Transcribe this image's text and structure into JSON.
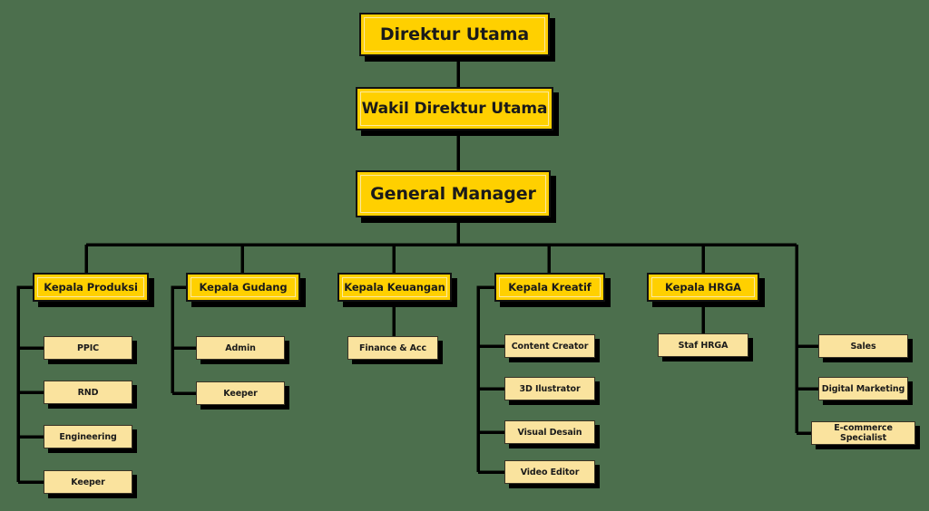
{
  "meta": {
    "title": "Struktur Organisasi",
    "background_color": "#4c6f4d",
    "primary_fill": "#ffd000",
    "leaf_fill": "#fae39e",
    "line_color": "#000000"
  },
  "nodes": {
    "direktur_utama": "Direktur Utama",
    "wakil_direktur_utama": "Wakil Direktur Utama",
    "general_manager": "General Manager",
    "kepala_produksi": "Kepala Produksi",
    "kepala_gudang": "Kepala Gudang",
    "kepala_keuangan": "Kepala Keuangan",
    "kepala_kreatif": "Kepala Kreatif",
    "kepala_hrga": "Kepala HRGA",
    "ppic": "PPIC",
    "rnd": "RND",
    "engineering": "Engineering",
    "keeper_produksi": "Keeper",
    "admin": "Admin",
    "keeper_gudang": "Keeper",
    "finance_acc": "Finance & Acc",
    "content_creator": "Content Creator",
    "ilustrator_3d": "3D Ilustrator",
    "visual_desain": "Visual Desain",
    "video_editor": "Video Editor",
    "staf_hrga": "Staf HRGA",
    "sales": "Sales",
    "digital_marketing": "Digital Marketing",
    "ecommerce_specialist": "E-commerce Specialist"
  },
  "chart_data": {
    "type": "diagram",
    "subtype": "organization-chart",
    "orientation": "top-down",
    "levels": [
      {
        "level": 1,
        "nodes": [
          "Direktur Utama"
        ]
      },
      {
        "level": 2,
        "nodes": [
          "Wakil Direktur Utama"
        ]
      },
      {
        "level": 3,
        "nodes": [
          "General Manager"
        ]
      },
      {
        "level": 4,
        "nodes": [
          "Kepala Produksi",
          "Kepala Gudang",
          "Kepala Keuangan",
          "Kepala Kreatif",
          "Kepala HRGA"
        ]
      },
      {
        "level": 5,
        "nodes": [
          "PPIC",
          "RND",
          "Engineering",
          "Keeper",
          "Admin",
          "Keeper",
          "Finance & Acc",
          "Content Creator",
          "3D Ilustrator",
          "Visual Desain",
          "Video Editor",
          "Staf HRGA",
          "Sales",
          "Digital Marketing",
          "E-commerce Specialist"
        ]
      }
    ],
    "edges": [
      {
        "from": "Direktur Utama",
        "to": "Wakil Direktur Utama"
      },
      {
        "from": "Wakil Direktur Utama",
        "to": "General Manager"
      },
      {
        "from": "General Manager",
        "to": "Kepala Produksi"
      },
      {
        "from": "General Manager",
        "to": "Kepala Gudang"
      },
      {
        "from": "General Manager",
        "to": "Kepala Keuangan"
      },
      {
        "from": "General Manager",
        "to": "Kepala Kreatif"
      },
      {
        "from": "General Manager",
        "to": "Kepala HRGA"
      },
      {
        "from": "General Manager",
        "to": "Sales"
      },
      {
        "from": "General Manager",
        "to": "Digital Marketing"
      },
      {
        "from": "General Manager",
        "to": "E-commerce Specialist"
      },
      {
        "from": "Kepala Produksi",
        "to": "PPIC"
      },
      {
        "from": "Kepala Produksi",
        "to": "RND"
      },
      {
        "from": "Kepala Produksi",
        "to": "Engineering"
      },
      {
        "from": "Kepala Produksi",
        "to": "Keeper"
      },
      {
        "from": "Kepala Gudang",
        "to": "Admin"
      },
      {
        "from": "Kepala Gudang",
        "to": "Keeper"
      },
      {
        "from": "Kepala Keuangan",
        "to": "Finance & Acc"
      },
      {
        "from": "Kepala Kreatif",
        "to": "Content Creator"
      },
      {
        "from": "Kepala Kreatif",
        "to": "3D Ilustrator"
      },
      {
        "from": "Kepala Kreatif",
        "to": "Visual Desain"
      },
      {
        "from": "Kepala Kreatif",
        "to": "Video Editor"
      },
      {
        "from": "Kepala HRGA",
        "to": "Staf HRGA"
      }
    ]
  }
}
